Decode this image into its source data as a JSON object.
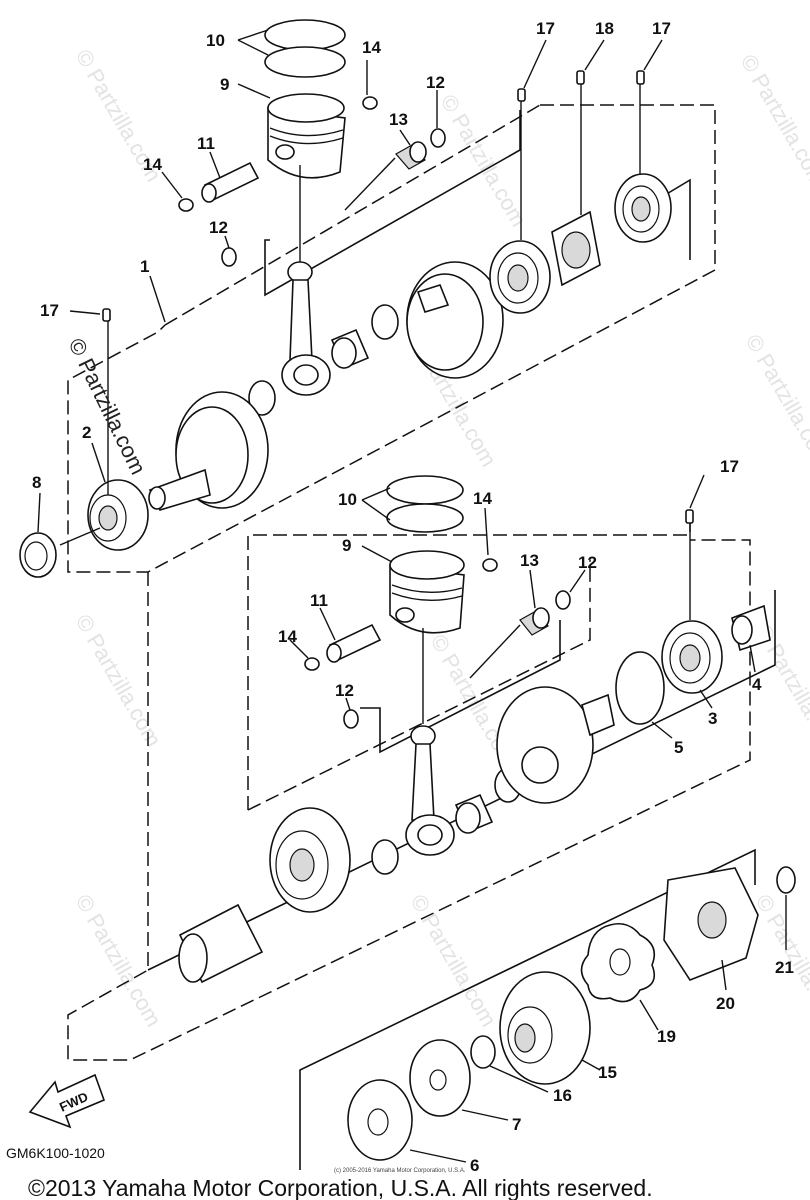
{
  "diagram": {
    "diagram_code": "GM6K100-1020",
    "copyright": "©2013 Yamaha Motor Corporation, U.S.A. All rights reserved.",
    "small_copyright": "(c) 2005-2016 Yamaha Motor Corporation, U.S.A.",
    "watermark_logo": "© Partzilla.com",
    "watermark_faint": "© Partzilla.com",
    "fwd_label": "FWD"
  },
  "callouts": {
    "upper": {
      "c10": "10",
      "c14a": "14",
      "c9": "9",
      "c12a": "12",
      "c13": "13",
      "c11": "11",
      "c14b": "14",
      "c12b": "12",
      "c1": "1",
      "c17a": "17",
      "c18": "18",
      "c17b": "17",
      "c17c": "17",
      "c2": "2",
      "c8": "8"
    },
    "lower": {
      "c10": "10",
      "c14a": "14",
      "c9": "9",
      "c13": "13",
      "c12a": "12",
      "c17": "17",
      "c11": "11",
      "c14b": "14",
      "c12b": "12",
      "c4": "4",
      "c3": "3",
      "c5": "5"
    },
    "drive": {
      "c21": "21",
      "c20": "20",
      "c19": "19",
      "c15": "15",
      "c16": "16",
      "c7": "7",
      "c6": "6"
    }
  }
}
